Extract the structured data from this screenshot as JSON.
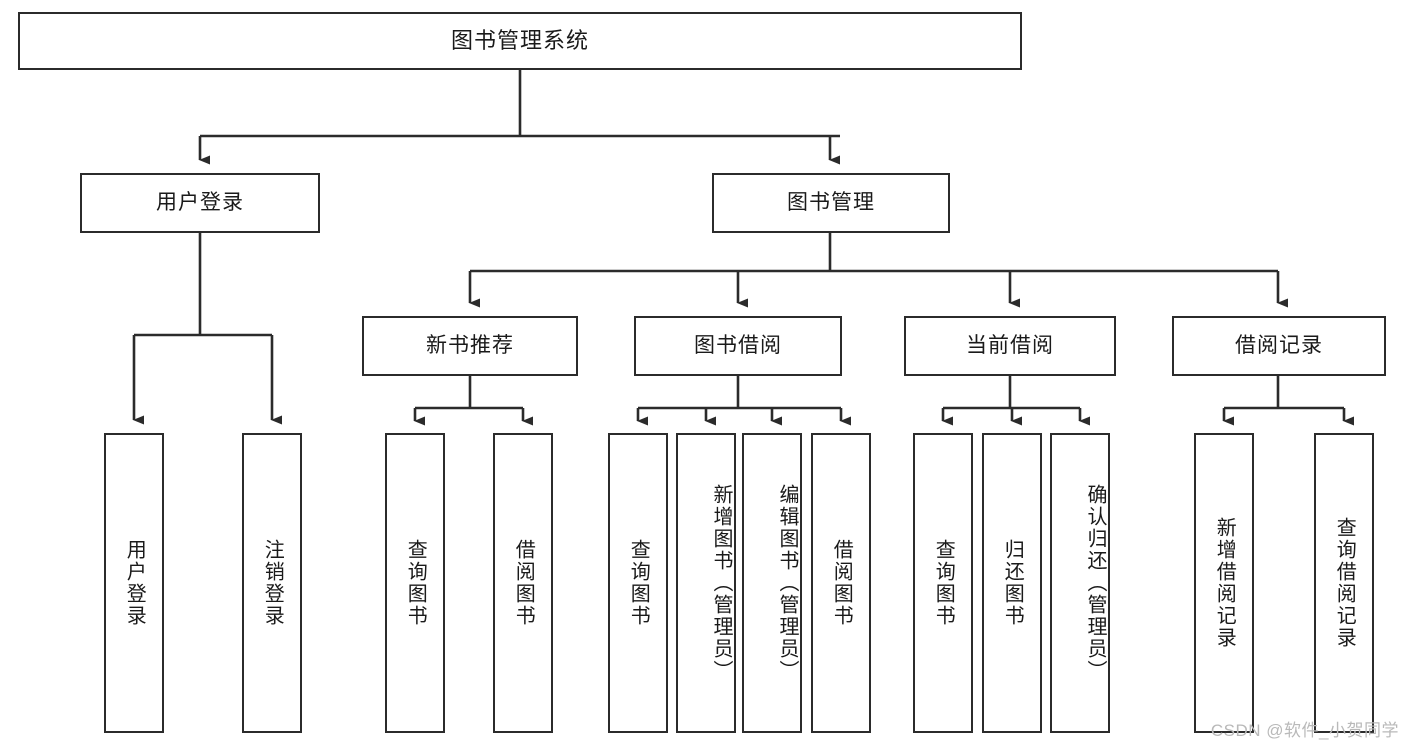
{
  "diagram": {
    "title": "图书管理系统",
    "type": "tree",
    "stroke_color": "#2b2b2b",
    "fill_color": "#ffffff",
    "text_color": "#1a1a1a"
  },
  "nodes": {
    "root": {
      "label": "图书管理系统",
      "level": 1
    },
    "level2": [
      {
        "id": "user-login",
        "label": "用户登录"
      },
      {
        "id": "book-manage",
        "label": "图书管理"
      }
    ],
    "level3": [
      {
        "id": "new-book-rec",
        "label": "新书推荐"
      },
      {
        "id": "book-borrow",
        "label": "图书借阅"
      },
      {
        "id": "current-borrow",
        "label": "当前借阅"
      },
      {
        "id": "borrow-record",
        "label": "借阅记录"
      }
    ],
    "leaves": {
      "user-login": [
        {
          "id": "leaf-user-login",
          "label": "用户登录"
        },
        {
          "id": "leaf-logout",
          "label": "注销登录"
        }
      ],
      "new-book-rec": [
        {
          "id": "leaf-query-book-1",
          "label": "查询图书"
        },
        {
          "id": "leaf-borrow-book-1",
          "label": "借阅图书"
        }
      ],
      "book-borrow": [
        {
          "id": "leaf-query-book-2",
          "label": "查询图书"
        },
        {
          "id": "leaf-add-book",
          "label": "新增图书（管理员）"
        },
        {
          "id": "leaf-edit-book",
          "label": "编辑图书（管理员）"
        },
        {
          "id": "leaf-borrow-book-2",
          "label": "借阅图书"
        }
      ],
      "current-borrow": [
        {
          "id": "leaf-query-book-3",
          "label": "查询图书"
        },
        {
          "id": "leaf-return-book",
          "label": "归还图书"
        },
        {
          "id": "leaf-confirm-return",
          "label": "确认归还（管理员）"
        }
      ],
      "borrow-record": [
        {
          "id": "leaf-add-record",
          "label": "新增借阅记录"
        },
        {
          "id": "leaf-query-record",
          "label": "查询借阅记录"
        }
      ]
    }
  },
  "watermark": {
    "text": "CSDN @软件_小贺同学"
  }
}
